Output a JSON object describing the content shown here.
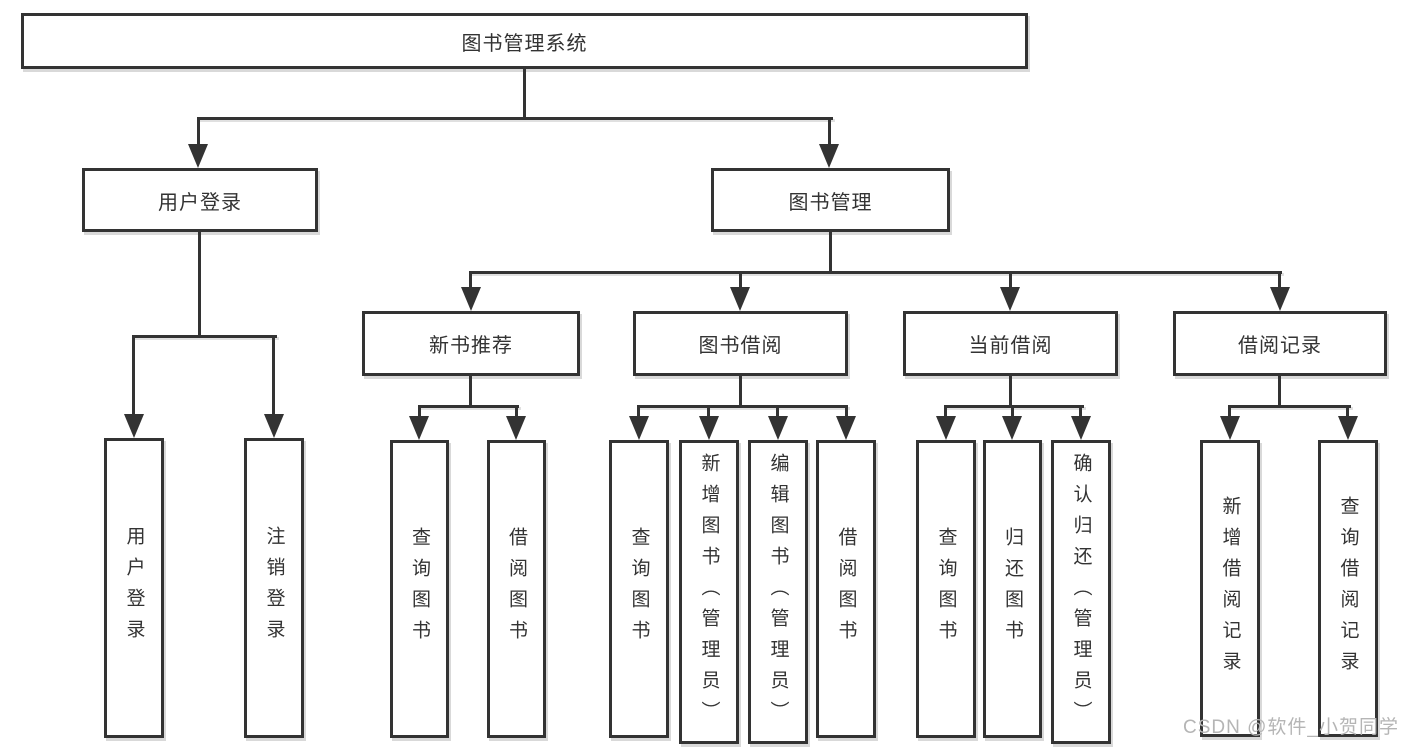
{
  "diagram": {
    "root": {
      "label": "图书管理系统"
    },
    "branches": [
      {
        "label": "用户登录",
        "children": [
          {
            "label": "用户登录"
          },
          {
            "label": "注销登录"
          }
        ]
      },
      {
        "label": "图书管理",
        "children": [
          {
            "label": "新书推荐",
            "children": [
              {
                "label": "查询图书"
              },
              {
                "label": "借阅图书"
              }
            ]
          },
          {
            "label": "图书借阅",
            "children": [
              {
                "label": "查询图书"
              },
              {
                "label": "新增图书（管理员）"
              },
              {
                "label": "编辑图书（管理员）"
              },
              {
                "label": "借阅图书"
              }
            ]
          },
          {
            "label": "当前借阅",
            "children": [
              {
                "label": "查询图书"
              },
              {
                "label": "归还图书"
              },
              {
                "label": "确认归还（管理员）"
              }
            ]
          },
          {
            "label": "借阅记录",
            "children": [
              {
                "label": "新增借阅记录"
              },
              {
                "label": "查询借阅记录"
              }
            ]
          }
        ]
      }
    ],
    "colors": {
      "line": "#333333",
      "box_background": "#ffffff",
      "text": "#333333",
      "watermark": "#b5b5b5",
      "page_background": "#ffffff"
    }
  },
  "watermark": {
    "text": "CSDN @软件_小贺同学"
  }
}
